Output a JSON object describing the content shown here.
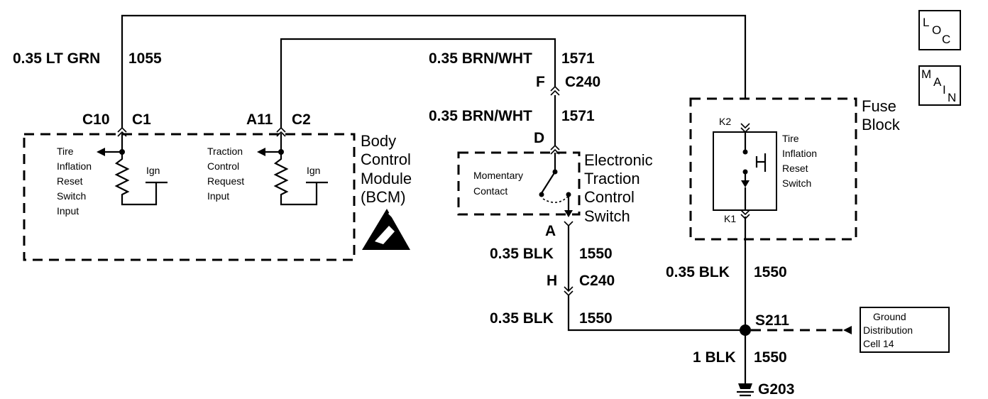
{
  "wires": {
    "lt_grn_size_color": "0.35 LT GRN",
    "lt_grn_circuit": "1055",
    "brn_wht_top_size_color": "0.35 BRN/WHT",
    "brn_wht_top_circuit": "1571",
    "brn_wht_mid_size_color": "0.35 BRN/WHT",
    "brn_wht_mid_circuit": "1571",
    "blk_a_size_color": "0.35 BLK",
    "blk_a_circuit": "1550",
    "blk_h_size_color": "0.35 BLK",
    "blk_h_circuit": "1550",
    "blk_fuse_size_color": "0.35 BLK",
    "blk_fuse_circuit": "1550",
    "blk_ground_size_color": "1 BLK",
    "blk_ground_circuit": "1550"
  },
  "connectors": {
    "c10": "C10",
    "c1": "C1",
    "a11": "A11",
    "c2": "C2",
    "f": "F",
    "c240_top": "C240",
    "d": "D",
    "a": "A",
    "h": "H",
    "c240_bottom": "C240",
    "k2": "K2",
    "k1": "K1"
  },
  "bcm": {
    "title_lines": [
      "Body",
      "Control",
      "Module",
      "(BCM)"
    ],
    "tire_input_lines": [
      "Tire",
      "Inflation",
      "Reset",
      "Switch",
      "Input"
    ],
    "traction_input_lines": [
      "Traction",
      "Control",
      "Request",
      "Input"
    ],
    "ign_1": "Ign",
    "ign_2": "Ign"
  },
  "etc_switch": {
    "title_lines": [
      "Electronic",
      "Traction",
      "Control",
      "Switch"
    ],
    "contact_lines": [
      "Momentary",
      "Contact"
    ]
  },
  "fuse_block": {
    "title_lines": [
      "Fuse",
      "Block"
    ],
    "switch_lines": [
      "Tire",
      "Inflation",
      "Reset",
      "Switch"
    ]
  },
  "splice": "S211",
  "ground": "G203",
  "ground_dist_lines": [
    "Ground",
    "Distribution",
    "Cell 14"
  ],
  "icons": {
    "loc": [
      "L",
      "O",
      "C"
    ],
    "main": [
      "M",
      "A",
      "I",
      "N"
    ],
    "esd": "esd-warning-icon"
  }
}
